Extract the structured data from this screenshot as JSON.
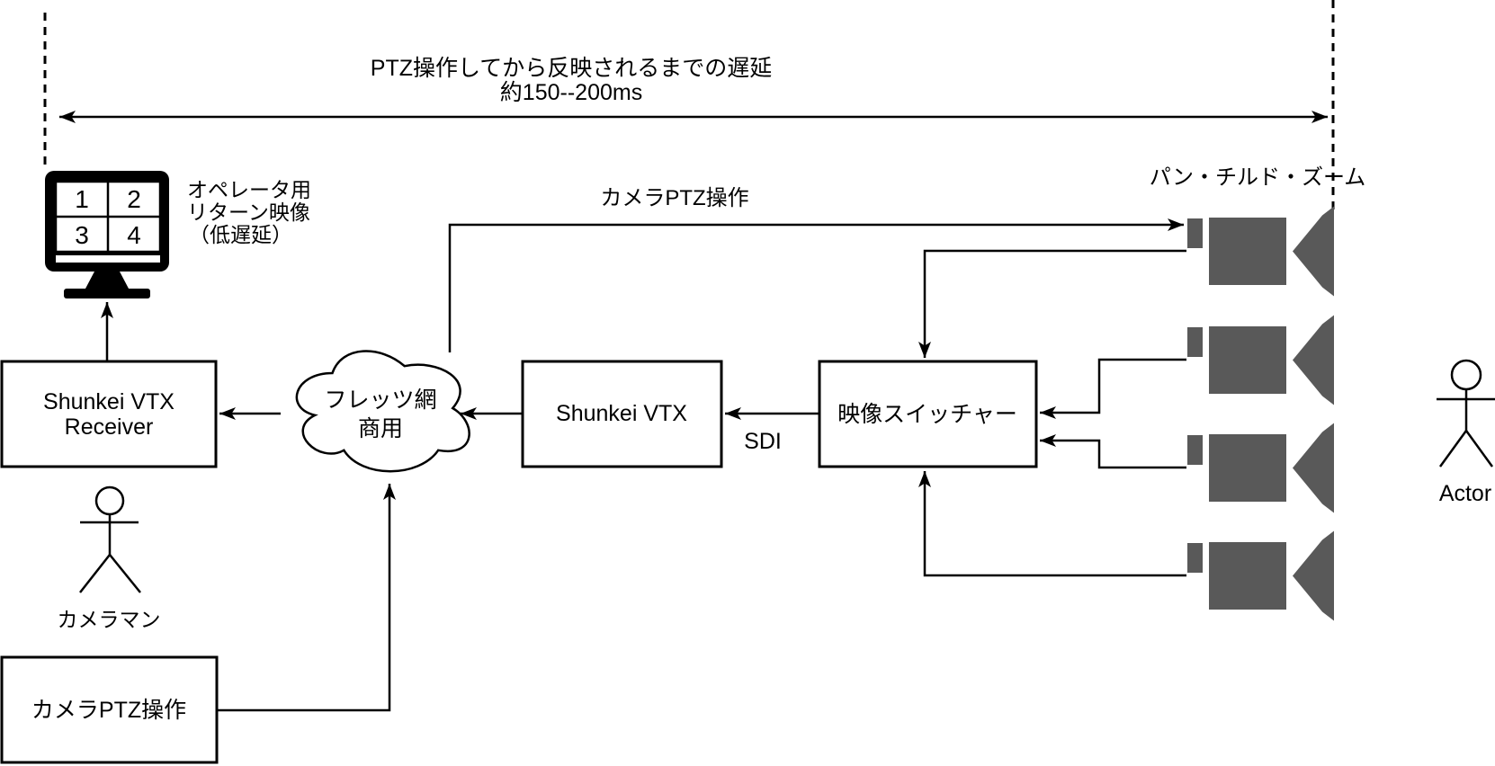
{
  "colors": {
    "background": "#ffffff",
    "line": "#000000",
    "camera_fill": "#595959"
  },
  "delay_annotation": {
    "line1": "PTZ操作してから反映されるまでの遅延",
    "line2": "約150--200ms"
  },
  "monitor": {
    "quadrants": [
      "1",
      "2",
      "3",
      "4"
    ],
    "caption": {
      "line1": "オペレータ用",
      "line2": "リターン映像",
      "line3": "（低遅延）"
    }
  },
  "nodes": {
    "receiver": {
      "line1": "Shunkei VTX",
      "line2": "Receiver"
    },
    "cloud": {
      "line1": "フレッツ網",
      "line2": "商用"
    },
    "vtx": {
      "label": "Shunkei VTX"
    },
    "switcher": {
      "label": "映像スイッチャー"
    },
    "ptz_control_box": {
      "label": "カメラPTZ操作"
    }
  },
  "edge_labels": {
    "sdi": "SDI",
    "camera_ptz": "カメラPTZ操作"
  },
  "labels": {
    "cameraman": "カメラマン",
    "actor": "Actor",
    "pan_tilt_zoom": "パン・チルド・ズーム"
  }
}
